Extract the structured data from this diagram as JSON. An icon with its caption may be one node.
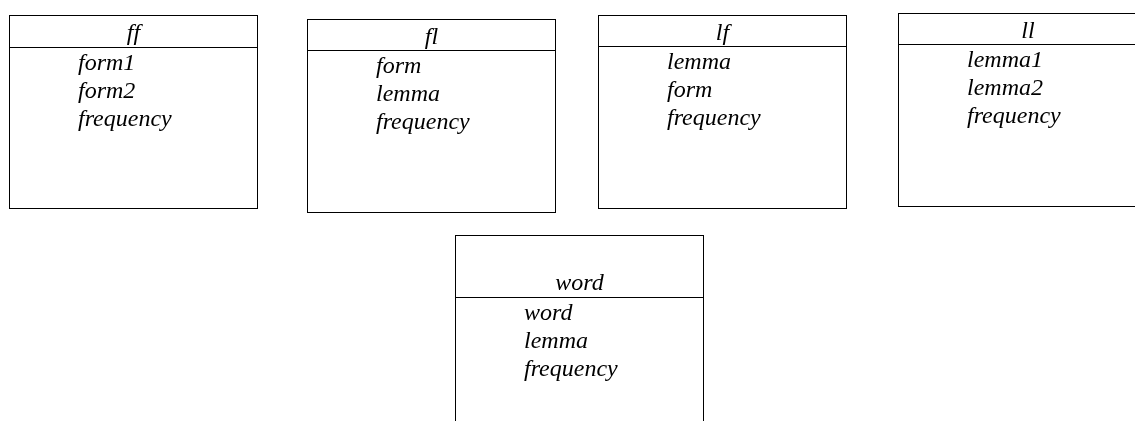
{
  "diagram": {
    "nodes": [
      {
        "text": [
          "ff",
          "form1",
          "form2",
          "frequency"
        ]
      },
      {
        "text": [
          "fl",
          "form",
          "lemma",
          "frequency"
        ]
      },
      {
        "text": [
          "lf",
          "lemma",
          "form",
          "frequency"
        ]
      },
      {
        "text": [
          "ll",
          "lemma1",
          "lemma2",
          "frequency"
        ]
      },
      {
        "text": [
          "word",
          "word",
          "lemma",
          "frequency"
        ]
      }
    ]
  }
}
